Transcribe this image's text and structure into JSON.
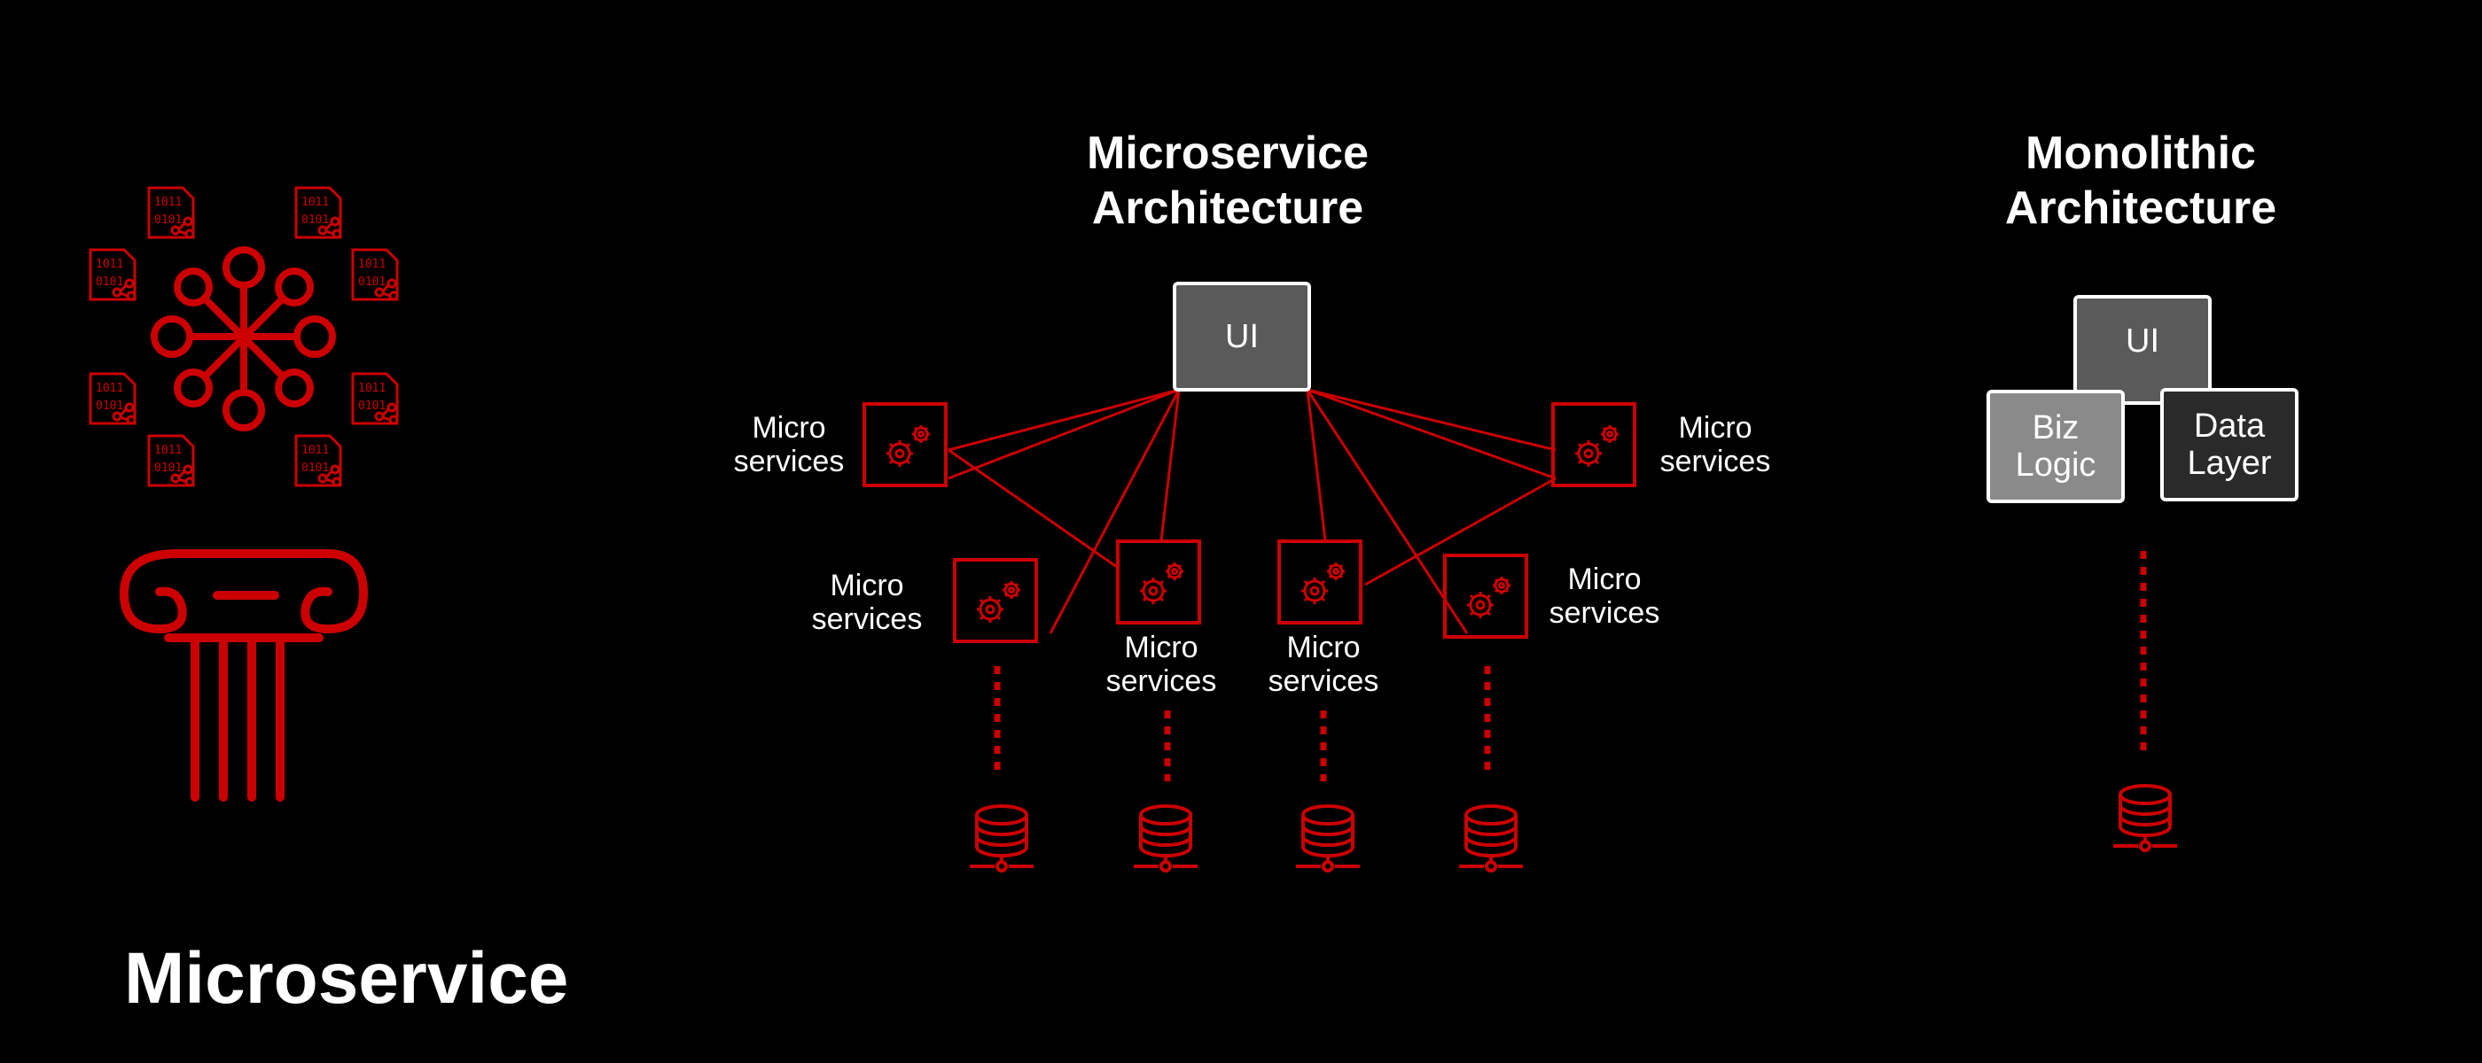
{
  "footer_title": "Microservice",
  "microservice": {
    "title_line1": "Microservice",
    "title_line2": "Architecture",
    "ui_label": "UI",
    "service_label_line1": "Micro",
    "service_label_line2": "services"
  },
  "monolithic": {
    "title_line1": "Monolithic",
    "title_line2": "Architecture",
    "ui_label": "UI",
    "biz_line1": "Biz",
    "biz_line2": "Logic",
    "data_line1": "Data",
    "data_line2": "Layer"
  },
  "colors": {
    "background": "#000000",
    "accent_red": "#cc0000",
    "ui_box": "#5a5a5a",
    "biz_box": "#8a8a8a",
    "data_box": "#2a2a2a",
    "text": "#ffffff"
  },
  "icons": [
    "network-hub-icon",
    "binary-document-icon",
    "ionic-column-icon",
    "gears-icon",
    "database-icon"
  ]
}
